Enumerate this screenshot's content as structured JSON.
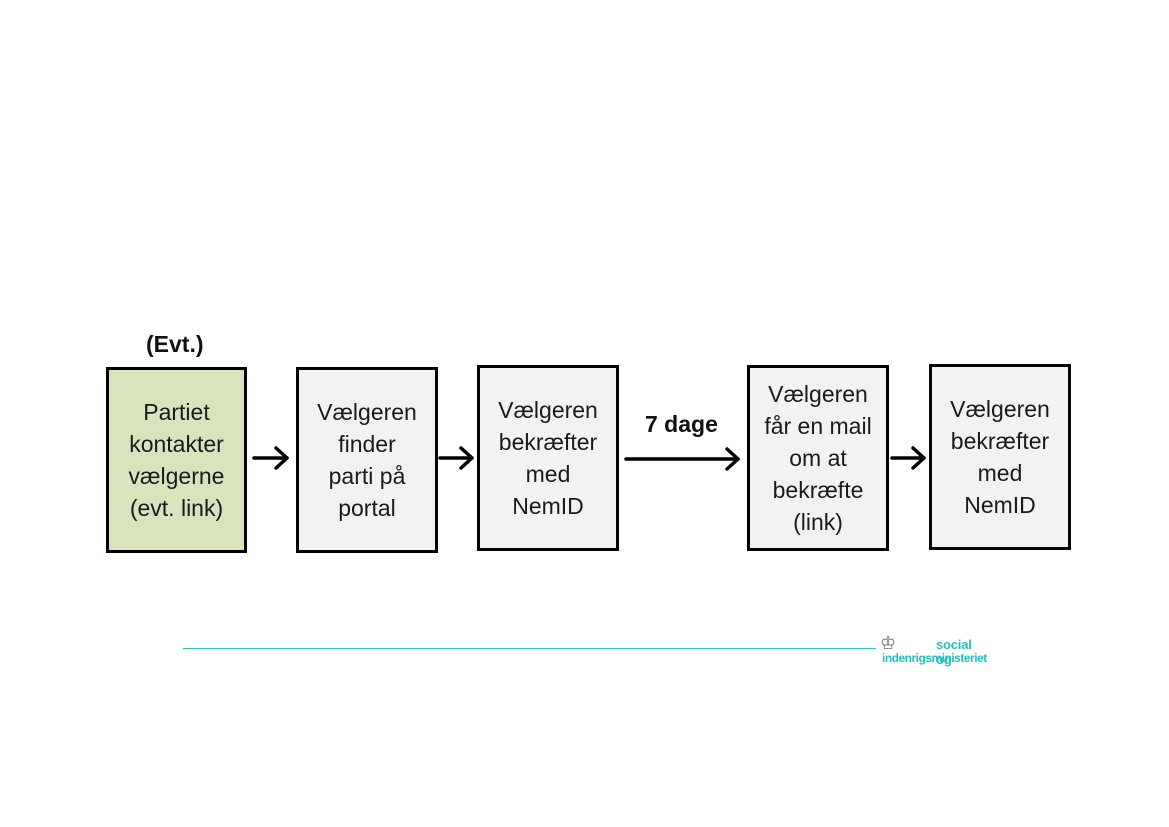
{
  "steps": [
    {
      "lines": [
        "Partiet",
        "kontakter",
        "vælgerne",
        "(evt. link)"
      ]
    },
    {
      "lines": [
        "Vælgeren",
        "finder",
        "parti på",
        "portal"
      ]
    },
    {
      "lines": [
        "Vælgeren",
        "bekræfter",
        "med",
        "NemID"
      ]
    },
    {
      "lines": [
        "Vælgeren",
        "får en mail",
        "om at",
        "bekræfte",
        "(link)"
      ]
    },
    {
      "lines": [
        "Vælgeren",
        "bekræfter",
        "med",
        "NemID"
      ]
    }
  ],
  "optional_note": "(Evt.)",
  "delay_label": "7 dage",
  "colors": {
    "highlight": "#d7e4bd",
    "box": "#f2f2f2",
    "accent": "#2ec4c4"
  },
  "logo": {
    "line1": "social og",
    "line2": "indenrigsministeriet",
    "icon": "crown-icon"
  }
}
